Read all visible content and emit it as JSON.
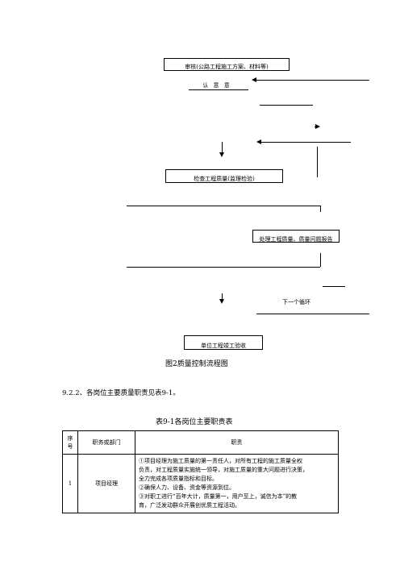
{
  "flowchart": {
    "box_top": "审核(公路工程施工方案、材料等)",
    "box_top_sub": "认 意 意",
    "box_mid": "检查工程质量(监理检验)",
    "box_right": "处理工程质量、质量问题报告",
    "next_cycle": "下一个循环",
    "box_bottom": "单位工程竣工验收"
  },
  "figure_caption": "图2质量控制流程图",
  "section_text": "9.2.2、各岗位主要质量职责见表9-1。",
  "table_title": "表9-1各岗位主要职责表",
  "table": {
    "headers": [
      "序号",
      "职务或部门",
      "职责"
    ],
    "rows": [
      {
        "index": "1",
        "role": "项目经理",
        "duties": [
          "①项目经理为施工质量的第一责任人，对所有工程的施工质量全权",
          "负责，对工程质量实施统一领导，对施工质量的重大问题进行决策，",
          "全力完成各项质量指标和目标。",
          "②确保人力、设备、资金等资源到位。",
          "③对职工进行“百年大计，质量第一，用户至上，诚信为本”的教",
          "育，广泛发动群众开展创优质工程活动。"
        ]
      }
    ]
  }
}
